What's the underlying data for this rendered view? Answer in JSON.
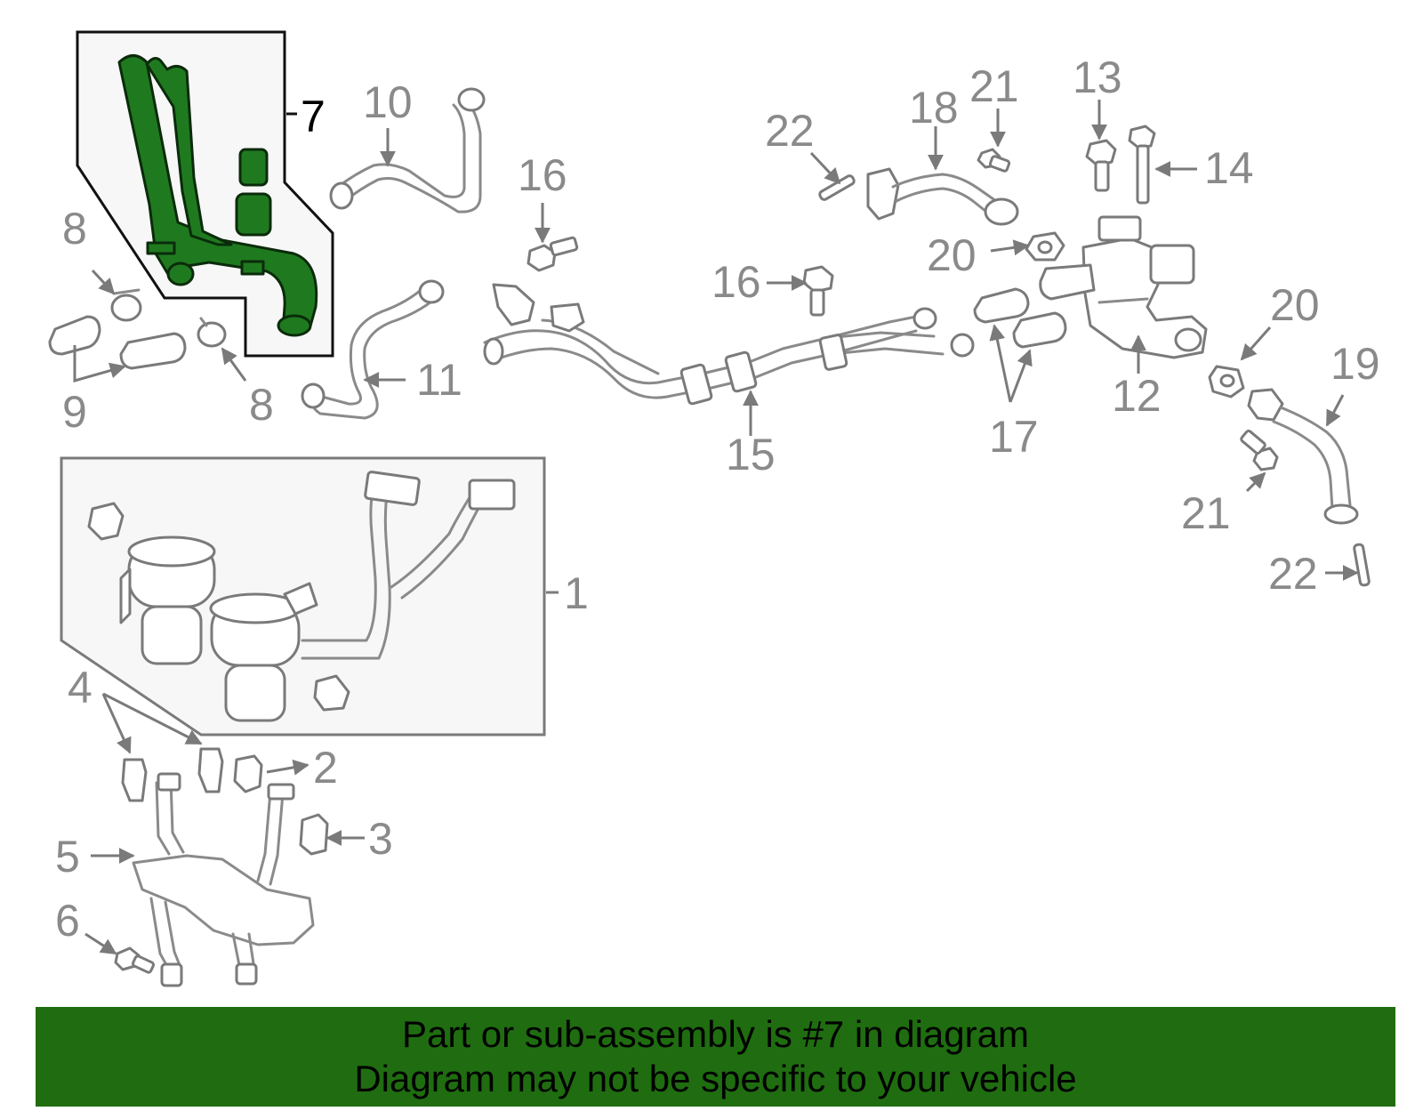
{
  "callouts": [
    {
      "id": "1",
      "text": "1"
    },
    {
      "id": "2",
      "text": "2"
    },
    {
      "id": "3",
      "text": "3"
    },
    {
      "id": "4",
      "text": "4"
    },
    {
      "id": "5",
      "text": "5"
    },
    {
      "id": "6",
      "text": "6"
    },
    {
      "id": "7",
      "text": "7"
    },
    {
      "id": "8a",
      "text": "8"
    },
    {
      "id": "8b",
      "text": "8"
    },
    {
      "id": "9",
      "text": "9"
    },
    {
      "id": "10",
      "text": "10"
    },
    {
      "id": "11",
      "text": "11"
    },
    {
      "id": "12",
      "text": "12"
    },
    {
      "id": "13",
      "text": "13"
    },
    {
      "id": "14",
      "text": "14"
    },
    {
      "id": "15",
      "text": "15"
    },
    {
      "id": "16a",
      "text": "16"
    },
    {
      "id": "16b",
      "text": "16"
    },
    {
      "id": "17",
      "text": "17"
    },
    {
      "id": "18",
      "text": "18"
    },
    {
      "id": "19",
      "text": "19"
    },
    {
      "id": "20a",
      "text": "20"
    },
    {
      "id": "20b",
      "text": "20"
    },
    {
      "id": "21a",
      "text": "21"
    },
    {
      "id": "21b",
      "text": "21"
    },
    {
      "id": "22a",
      "text": "22"
    },
    {
      "id": "22b",
      "text": "22"
    }
  ],
  "highlighted_part": "7",
  "colors": {
    "highlight_fill": "#1f7a1f",
    "banner_background": "#1f6d10",
    "part_outline": "#7a7a7a",
    "callout_text": "#8a8a8a"
  },
  "banner": {
    "line1": "Part or sub-assembly is #7 in diagram",
    "line2": "Diagram may not be specific to your vehicle"
  }
}
